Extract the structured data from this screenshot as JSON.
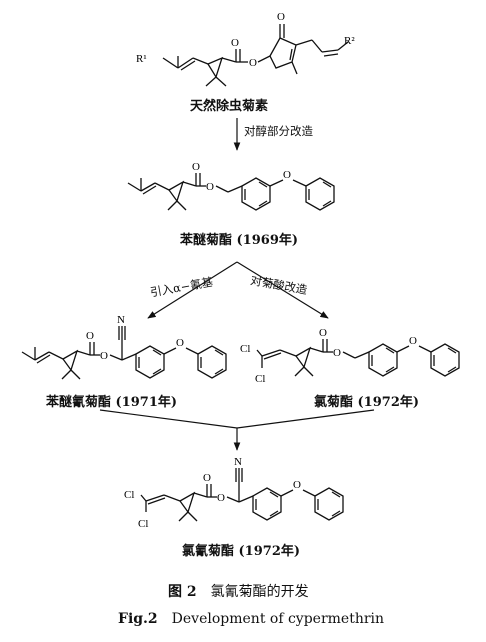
{
  "compounds": {
    "pyrethrin": "天然除虫菊素",
    "phenothrin": "苯醚菊酯 (1969年)",
    "cyphenothrin": "苯醚氰菊酯 (1971年)",
    "permethrin": "氯菊酯 (1972年)",
    "cypermethrin": "氯氰菊酯 (1972年)"
  },
  "steps": {
    "alcohol_mod": "对醇部分改造",
    "cyano": "引入α−氰基",
    "acid_mod": "对菊酸改造"
  },
  "atoms": {
    "r1": "R¹",
    "r2": "R²",
    "o": "O",
    "n": "N",
    "cl": "Cl"
  },
  "caption": {
    "cn_label": "图 2",
    "cn_text": "氯氰菊酯的开发",
    "en_label": "Fig.2",
    "en_text": "Development of cypermethrin"
  }
}
